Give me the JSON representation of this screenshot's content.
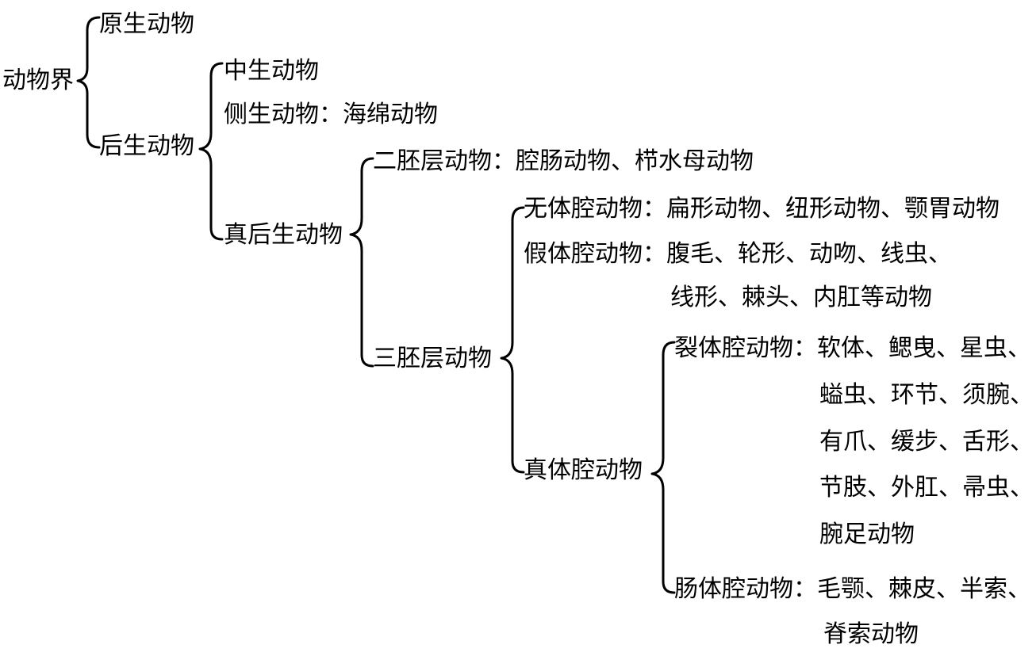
{
  "diagram": {
    "root": "动物界",
    "protozoa": "原生动物",
    "metazoa": "后生动物",
    "mesozoa": "中生动物",
    "parazoa": "侧生动物",
    "parazoa_examples": "：海绵动物",
    "eumetazoa": "真后生动物",
    "diploblastica": "二胚层动物",
    "diploblastica_examples": "：腔肠动物、栉水母动物",
    "triploblastica": "三胚层动物",
    "acoelomata": "无体腔动物",
    "acoelomata_examples": "：扁形动物、纽形动物、颚胃动物",
    "pseudocoelomata": "假体腔动物",
    "pseudocoelomata_examples_1": "：腹毛、轮形、动吻、线虫、",
    "pseudocoelomata_examples_2": "线形、棘头、内肛等动物",
    "coelomata": "真体腔动物",
    "schizocoela": "裂体腔动物",
    "schizocoela_examples_1": "：软体、鳃曳、星虫、",
    "schizocoela_examples_2": "螠虫、环节、须腕、",
    "schizocoela_examples_3": "有爪、缓步、舌形、",
    "schizocoela_examples_4": "节肢、外肛、帚虫、",
    "schizocoela_examples_5": "腕足动物",
    "enterocoela": "肠体腔动物",
    "enterocoela_examples_1": "：毛颚、棘皮、半索、",
    "enterocoela_examples_2": "脊索动物"
  }
}
